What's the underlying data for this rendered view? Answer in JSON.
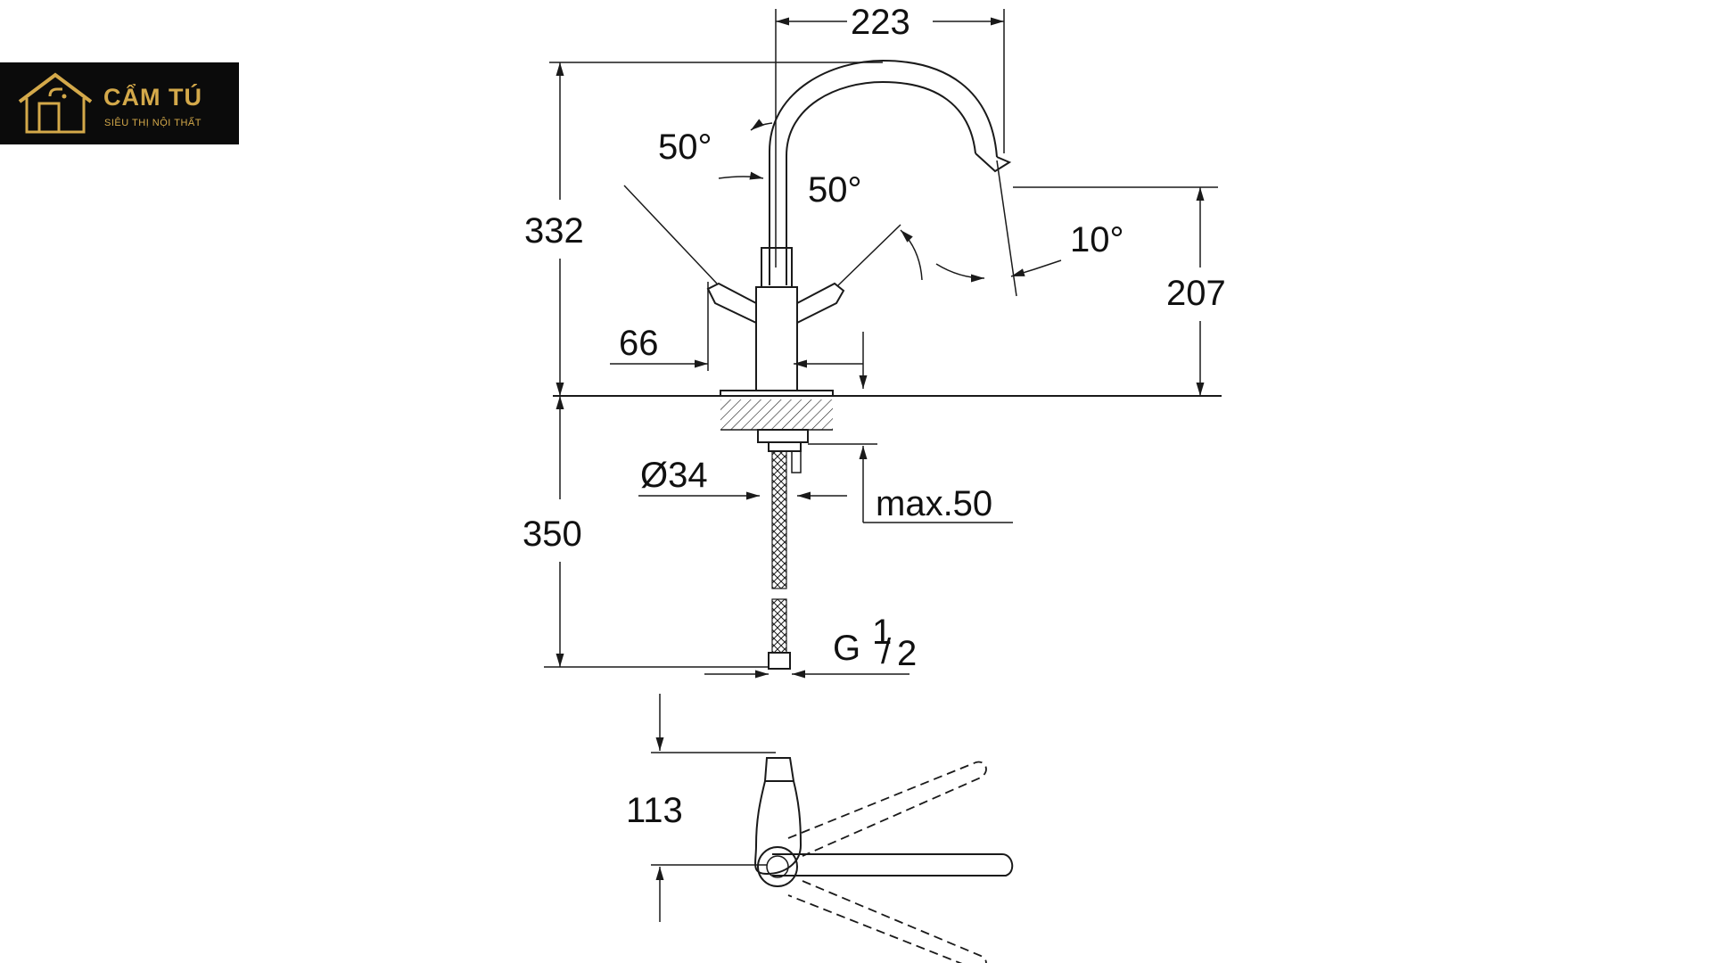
{
  "logo": {
    "brand": "CẨM TÚ",
    "tagline": "SIÊU THỊ NỘI THẤT",
    "accent_color": "#d4a94a",
    "background_color": "#0b0b0b"
  },
  "dimensions": {
    "spout_reach": "223",
    "lever_angle_left": "50°",
    "lever_angle_right": "50°",
    "total_height": "332",
    "spout_tilt": "10°",
    "spout_height": "207",
    "lever_offset": "66",
    "bore_diameter": "Ø34",
    "max_deck_thickness": "max.50",
    "hose_length": "350",
    "thread_size_main": "G",
    "thread_size_num": "1",
    "thread_size_den": "2",
    "top_view_depth": "113"
  }
}
